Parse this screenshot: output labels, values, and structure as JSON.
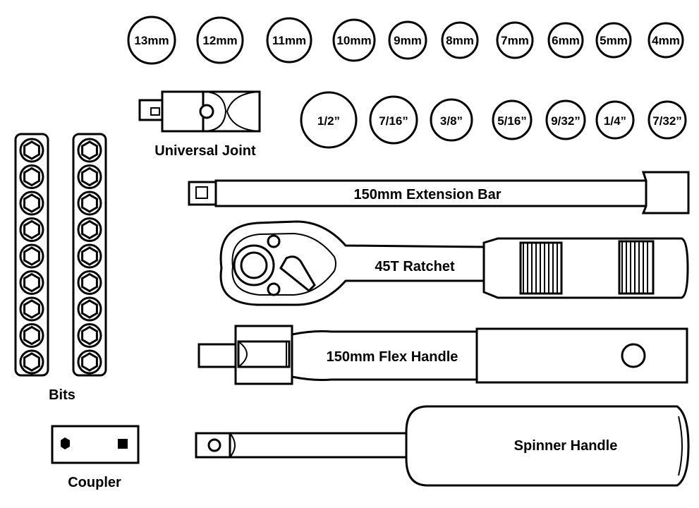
{
  "metric_sockets": [
    "13mm",
    "12mm",
    "11mm",
    "10mm",
    "9mm",
    "8mm",
    "7mm",
    "6mm",
    "5mm",
    "4mm"
  ],
  "imperial_sockets": [
    "1/2”",
    "7/16”",
    "3/8”",
    "5/16”",
    "9/32”",
    "1/4”",
    "7/32”"
  ],
  "labels": {
    "universal_joint": "Universal Joint",
    "extension_bar": "150mm Extension Bar",
    "ratchet": "45T Ratchet",
    "flex_handle": "150mm Flex Handle",
    "spinner_handle": "Spinner Handle",
    "bits": "Bits",
    "coupler": "Coupler"
  },
  "bit_holders": {
    "count": 2,
    "bits_per_holder": 9
  }
}
